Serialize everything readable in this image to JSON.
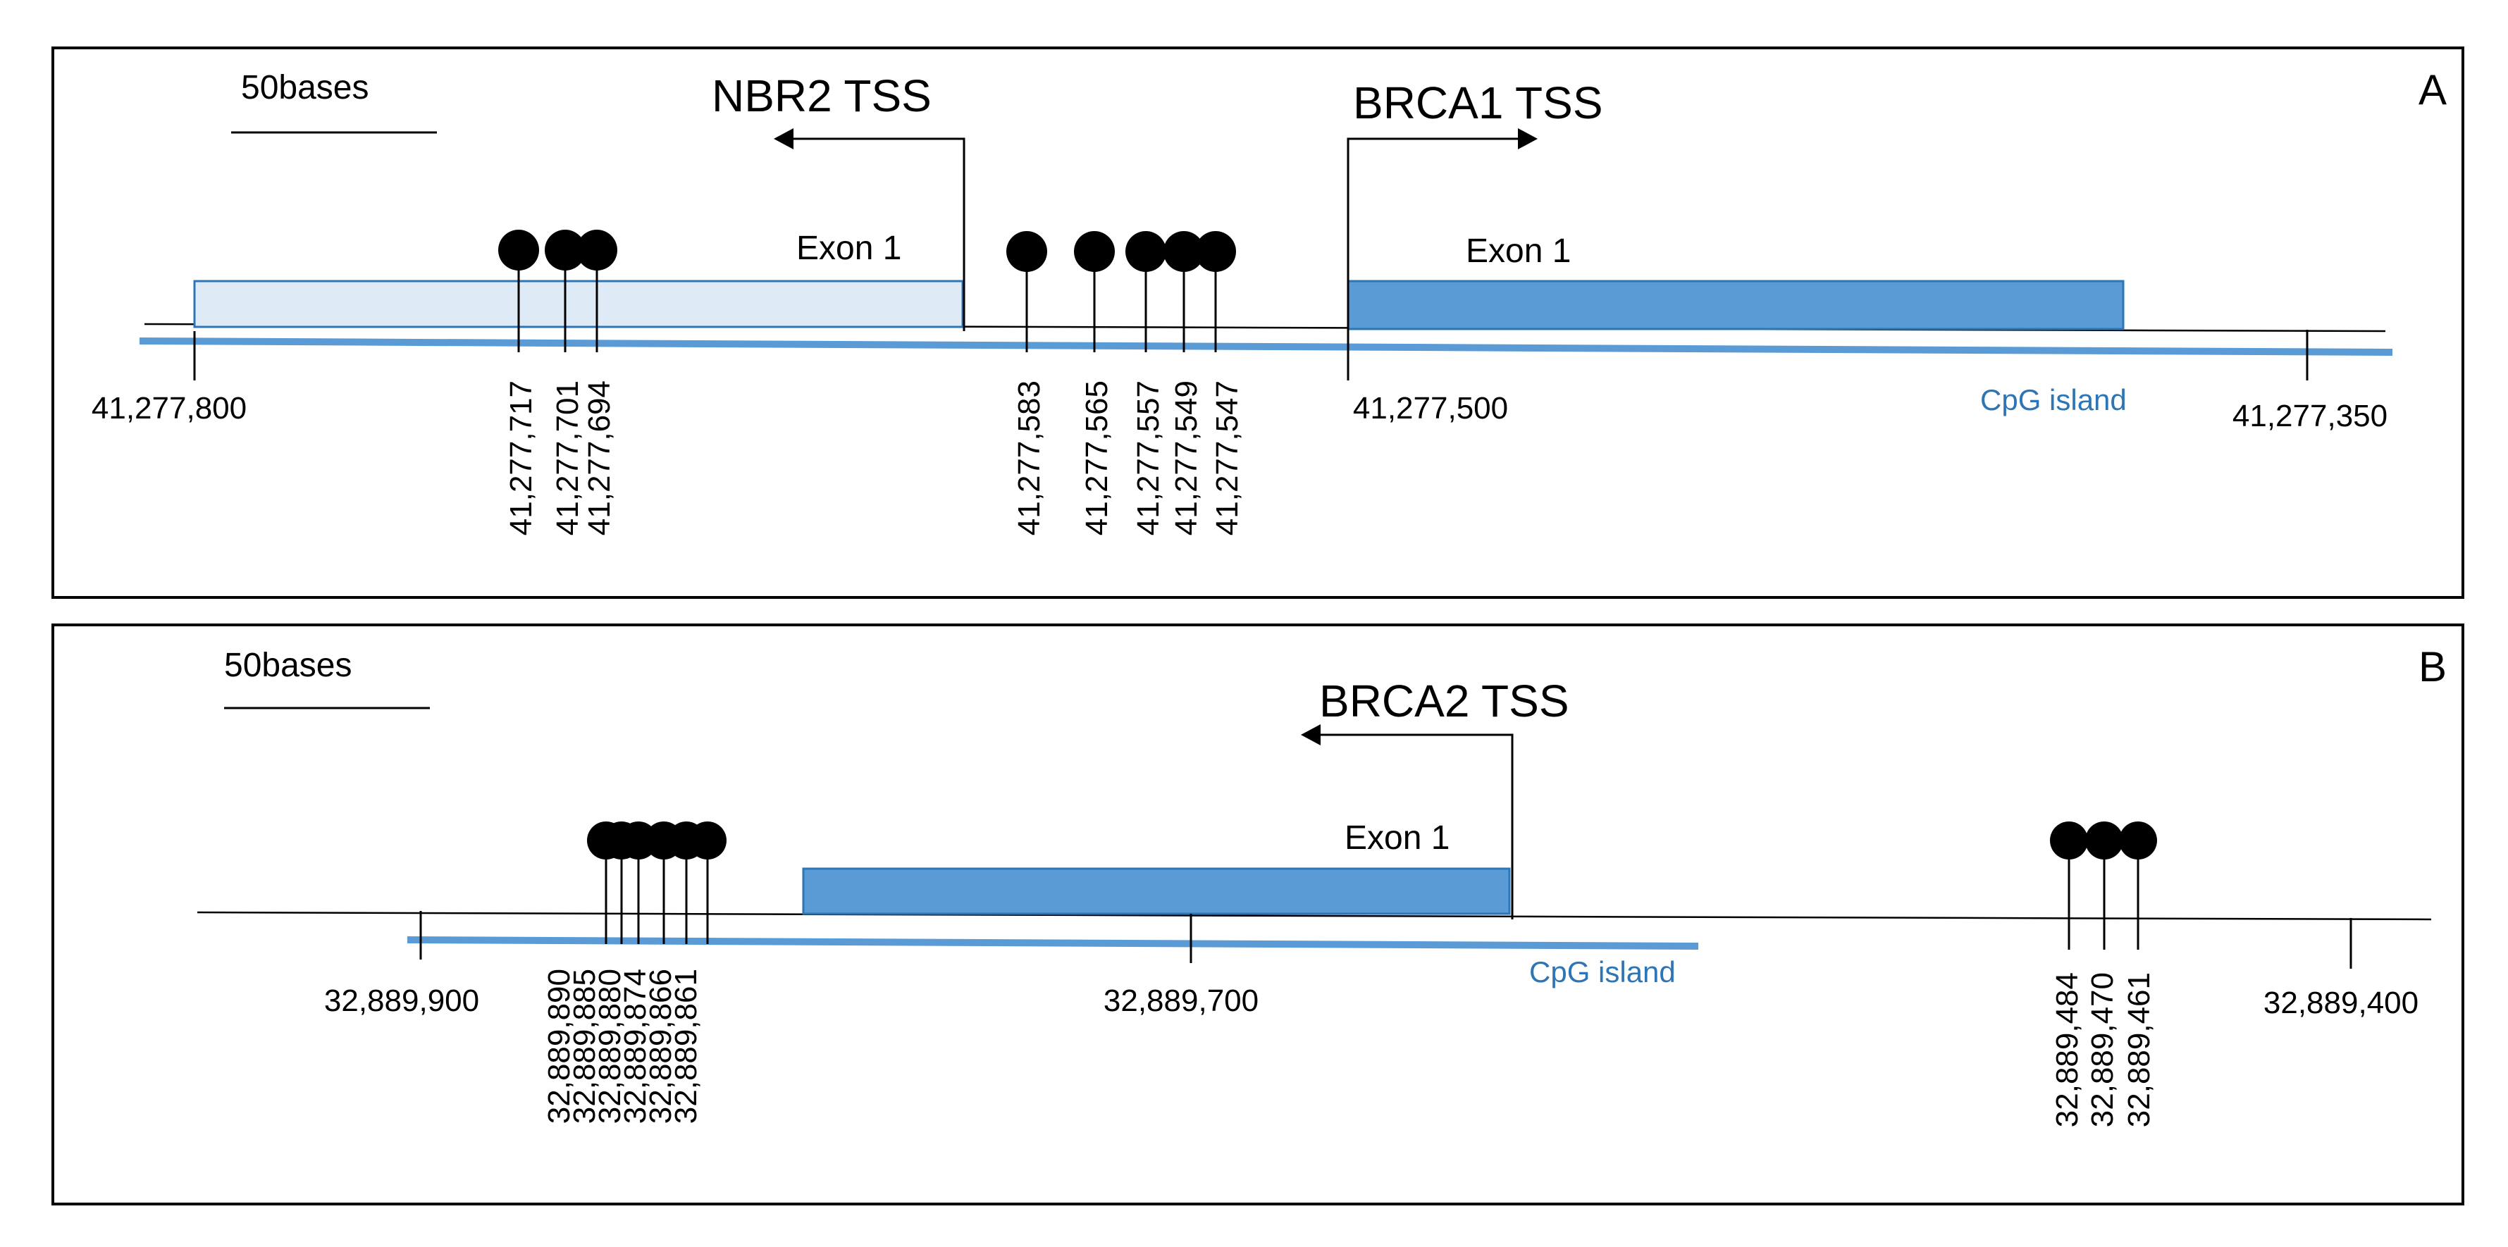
{
  "panels": [
    {
      "id": "A",
      "panel_label": "A",
      "scale_label": "50bases",
      "ticks": [
        "41,277,800",
        "41,277,500",
        "41,277,350"
      ],
      "cpg_label": "CpG island",
      "exons": [
        {
          "label": "Exon 1",
          "style": "light",
          "fill": "#deebf7",
          "stroke": "#2e75b6"
        },
        {
          "label": "Exon 1",
          "style": "dark",
          "fill": "#5b9bd5",
          "stroke": "#2e75b6"
        }
      ],
      "tss": [
        {
          "label": "NBR2 TSS",
          "direction": "left"
        },
        {
          "label": "BRCA1 TSS",
          "direction": "right"
        }
      ],
      "cpg_sites": [
        "41,277,717",
        "41,277,701",
        "41,277,694",
        "41,277,583",
        "41,277,565",
        "41,277,557",
        "41,277,549",
        "41,277,547"
      ]
    },
    {
      "id": "B",
      "panel_label": "B",
      "scale_label": "50bases",
      "ticks": [
        "32,889,900",
        "32,889,700",
        "32,889,400"
      ],
      "cpg_label": "CpG island",
      "exons": [
        {
          "label": "Exon 1",
          "style": "dark",
          "fill": "#5b9bd5",
          "stroke": "#2e75b6"
        }
      ],
      "tss": [
        {
          "label": "BRCA2 TSS",
          "direction": "left"
        }
      ],
      "cpg_sites": [
        "32,889,890",
        "32,889,885",
        "32,889,880",
        "32,889,874",
        "32,889,866",
        "32,889,861",
        "32,889,484",
        "32,889,470",
        "32,889,461"
      ]
    }
  ],
  "colors": {
    "cpg_island": "#5b9bd5",
    "exon_light": "#deebf7",
    "exon_dark": "#5b9bd5",
    "exon_border": "#2e75b6",
    "cpg_label_text": "#2e75b6"
  }
}
